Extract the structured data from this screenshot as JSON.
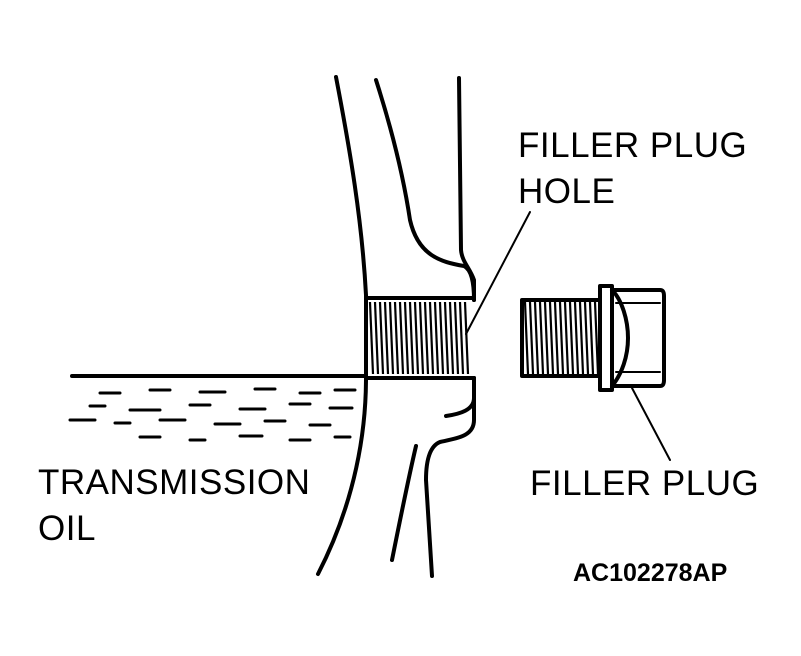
{
  "labels": {
    "filler_plug_hole_line1": "FILLER PLUG",
    "filler_plug_hole_line2": "HOLE",
    "filler_plug": "FILLER PLUG",
    "transmission_oil_line1": "TRANSMISSION",
    "transmission_oil_line2": "OIL",
    "figure_code": "AC102278AP"
  }
}
